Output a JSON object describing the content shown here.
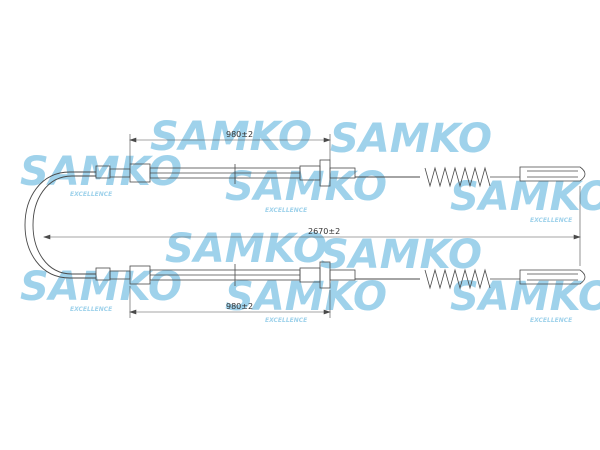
{
  "drawing": {
    "dimensions": {
      "top_length": "980±2",
      "overall_length": "2670±2",
      "bottom_length": "980±2"
    }
  },
  "watermark": {
    "brand": "SAMKO",
    "tagline": "EXCELLENCE"
  },
  "colors": {
    "line": "#4a4a4a",
    "watermark": "#8fcbe8"
  }
}
